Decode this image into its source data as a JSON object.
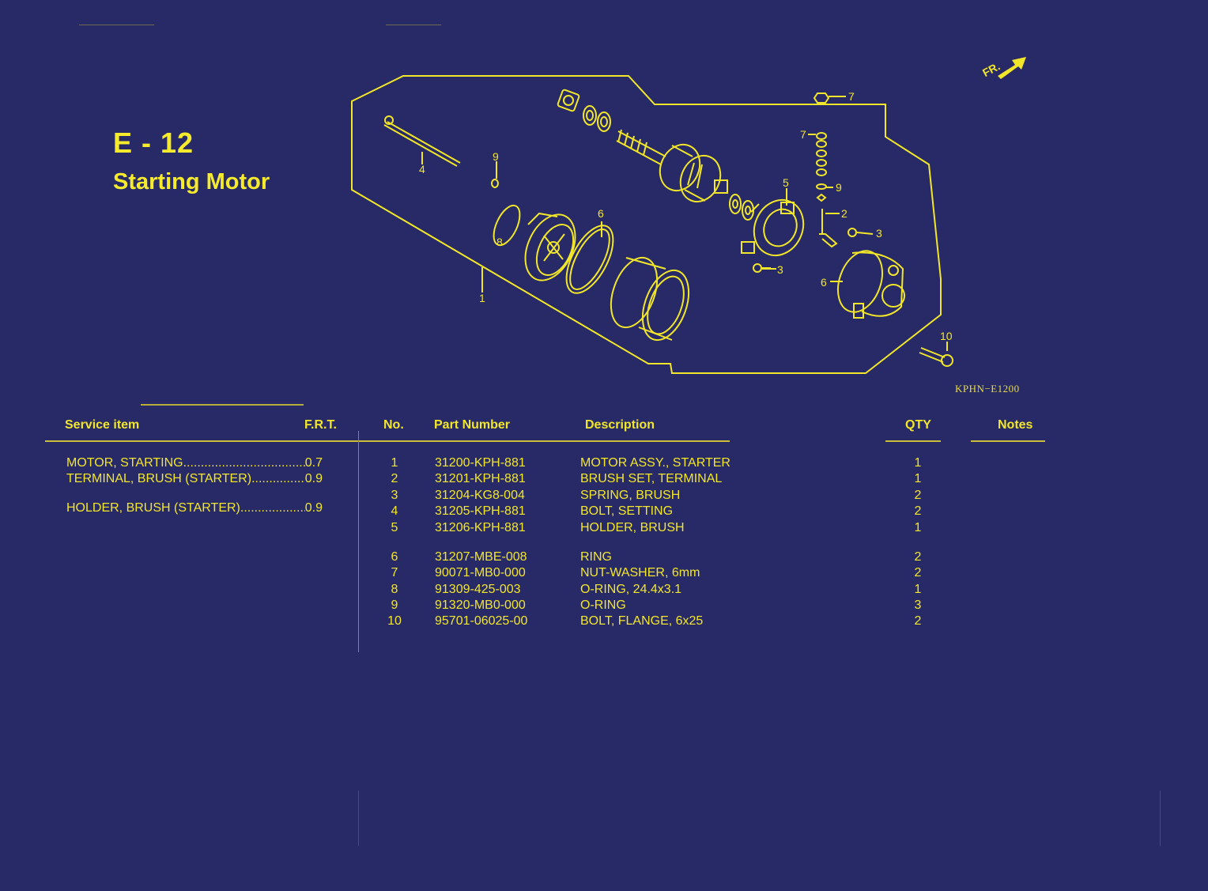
{
  "header": {
    "code": "E - 12",
    "title": "Starting Motor"
  },
  "diagram": {
    "fr_label": "FR.",
    "diagram_code": "KPHN−E1200",
    "callouts": [
      "1",
      "2",
      "3",
      "3",
      "4",
      "5",
      "6",
      "6",
      "7",
      "7",
      "8",
      "9",
      "9",
      "10"
    ]
  },
  "table": {
    "headers": {
      "service_item": "Service item",
      "frt": "F.R.T.",
      "no": "No.",
      "part_number": "Part Number",
      "description": "Description",
      "qty": "QTY",
      "notes": "Notes"
    },
    "service_items": [
      {
        "name": "MOTOR, STARTING",
        "frt": "0.7"
      },
      {
        "name": "TERMINAL, BRUSH (STARTER)",
        "frt": "0.9"
      },
      {
        "name": "HOLDER, BRUSH (STARTER)",
        "frt": "0.9"
      }
    ],
    "parts": [
      {
        "no": "1",
        "part_number": "31200-KPH-881",
        "description": "MOTOR ASSY., STARTER",
        "qty": "1"
      },
      {
        "no": "2",
        "part_number": "31201-KPH-881",
        "description": "BRUSH SET, TERMINAL",
        "qty": "1"
      },
      {
        "no": "3",
        "part_number": "31204-KG8-004",
        "description": "SPRING, BRUSH",
        "qty": "2"
      },
      {
        "no": "4",
        "part_number": "31205-KPH-881",
        "description": "BOLT, SETTING",
        "qty": "2"
      },
      {
        "no": "5",
        "part_number": "31206-KPH-881",
        "description": "HOLDER, BRUSH",
        "qty": "1"
      },
      {
        "no": "6",
        "part_number": "31207-MBE-008",
        "description": "RING",
        "qty": "2"
      },
      {
        "no": "7",
        "part_number": "90071-MB0-000",
        "description": "NUT-WASHER, 6mm",
        "qty": "2"
      },
      {
        "no": "8",
        "part_number": "91309-425-003",
        "description": "O-RING, 24.4x3.1",
        "qty": "1"
      },
      {
        "no": "9",
        "part_number": "91320-MB0-000",
        "description": "O-RING",
        "qty": "3"
      },
      {
        "no": "10",
        "part_number": "95701-06025-00",
        "description": "BOLT, FLANGE, 6x25",
        "qty": "2"
      }
    ]
  },
  "colors": {
    "background": "#272a66",
    "ink": "#f2e62a"
  }
}
